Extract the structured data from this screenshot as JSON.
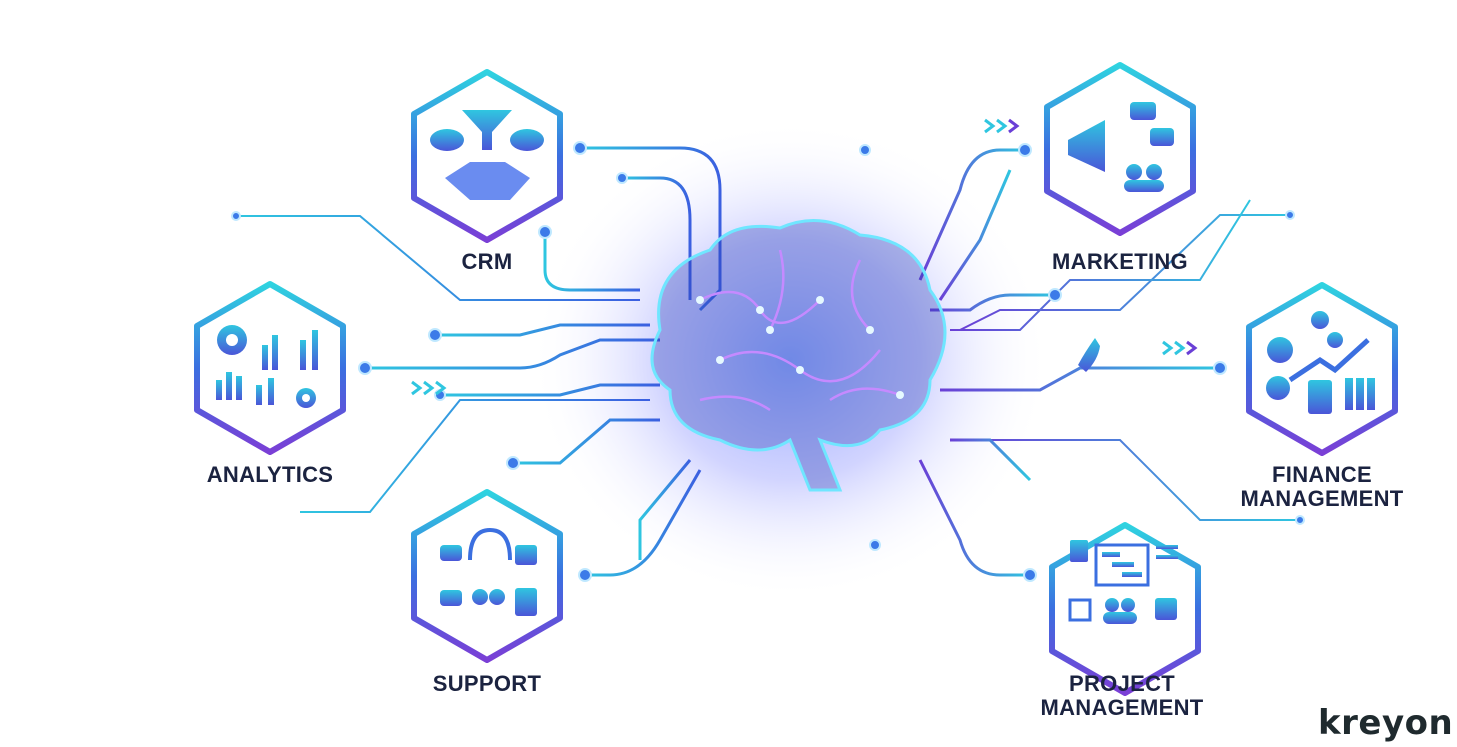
{
  "modules": [
    {
      "id": "crm",
      "label": "CRM",
      "icon": "funnel-handshake-cloud-icon"
    },
    {
      "id": "analytics",
      "label": "ANALYTICS",
      "icon": "charts-gear-icon"
    },
    {
      "id": "support",
      "label": "SUPPORT",
      "icon": "headset-chat-icon"
    },
    {
      "id": "marketing",
      "label": "MARKETING",
      "icon": "megaphone-chat-icon"
    },
    {
      "id": "finance",
      "label_line1": "FINANCE",
      "label_line2": "MANAGEMENT",
      "icon": "coins-growth-calculator-icon"
    },
    {
      "id": "project",
      "label_line1": "PROJECT",
      "label_line2": "MANAGEMENT",
      "icon": "gantt-team-calendar-icon"
    }
  ],
  "center": {
    "icon": "circuit-brain-icon"
  },
  "logo": {
    "text": "kreyon"
  },
  "colors": {
    "cyan": "#2fd3e0",
    "blue": "#2f6fe0",
    "purple": "#7a3fd6",
    "text": "#1b2340"
  }
}
